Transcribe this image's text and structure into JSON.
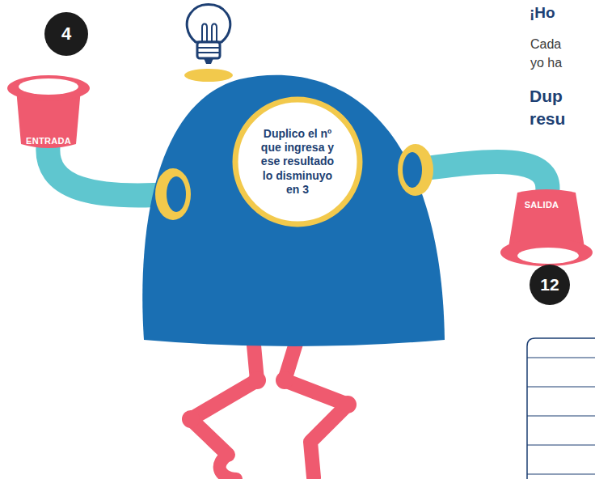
{
  "diagram": {
    "nodes": [
      {
        "text": [
          "4"
        ]
      },
      {
        "text": [
          "ENTRADA"
        ]
      },
      {
        "text": [
          "Duplico el nº que ingresa y ese resultado lo disminuyo en 3"
        ]
      },
      {
        "text": [
          "SALIDA"
        ]
      },
      {
        "text": [
          "12"
        ]
      }
    ],
    "labels": [
      "¡Ho",
      "Cada yo ha",
      "Dup resu"
    ]
  }
}
